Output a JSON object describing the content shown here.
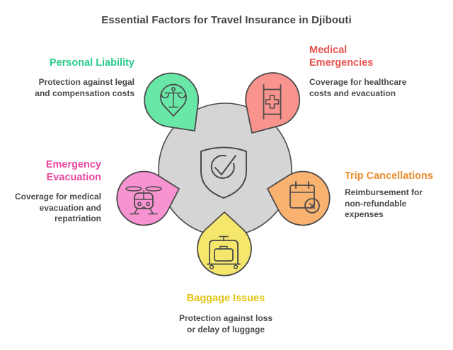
{
  "title": "Essential Factors for Travel Insurance in Djibouti",
  "colors": {
    "outline": "#4A4A4A",
    "center_circle": "#D5D5D5",
    "title_text": "#424242",
    "description_text": "#4A4A4A"
  },
  "center": {
    "icon": "shield-check-icon"
  },
  "factors": [
    {
      "id": "personal-liability",
      "label": "Personal Liability",
      "description": "Protection against legal and compensation costs",
      "color": "#2BCC8C",
      "fill": "#68E7A7",
      "icon": "scales-pin-icon"
    },
    {
      "id": "medical-emergencies",
      "label": "Medical Emergencies",
      "description": "Coverage for healthcare costs and evacuation",
      "color": "#E85552",
      "fill": "#F9938D",
      "icon": "first-aid-stretcher-icon"
    },
    {
      "id": "emergency-evacuation",
      "label": "Emergency Evacuation",
      "description": "Coverage for medical evacuation and repatriation",
      "color": "#E9489F",
      "fill": "#F893D1",
      "icon": "helicopter-icon"
    },
    {
      "id": "trip-cancellations",
      "label": "Trip Cancellations",
      "description": "Reimbursement for non-refundable expenses",
      "color": "#EB8D2F",
      "fill": "#F9B270",
      "icon": "calendar-cancel-icon"
    },
    {
      "id": "baggage-issues",
      "label": "Baggage Issues",
      "description": "Protection against loss or delay of luggage",
      "color": "#E3C413",
      "fill": "#F5E76B",
      "icon": "luggage-cart-icon"
    }
  ]
}
